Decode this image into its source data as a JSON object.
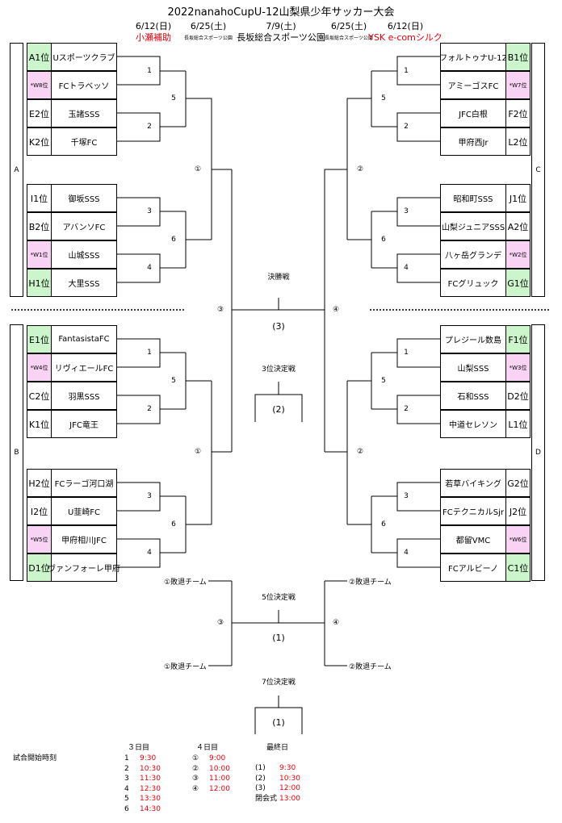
{
  "title": "2022nanahoCupU-12山梨県少年サッカー大会",
  "dates": {
    "left_outer": "6/12(日)",
    "left_outer_venue": "小瀬補助",
    "left_inner": "6/25(土)",
    "left_inner_venue": "長坂総合スポーツ公園",
    "center": "7/9(土)",
    "center_venue": "長坂総合スポーツ公園",
    "right_inner": "6/25(土)",
    "right_inner_venue": "長坂総合スポーツ公園",
    "right_outer": "6/12(日)",
    "right_outer_venue": "YSK e-comシルク"
  },
  "groups": {
    "A": "A",
    "B": "B",
    "C": "C",
    "D": "D"
  },
  "left_top": [
    {
      "seed": "A1位",
      "team": "Uスポーツクラブ",
      "style": "green"
    },
    {
      "seed": "*W8位",
      "team": "FCトラベッソ",
      "style": "pink"
    },
    {
      "seed": "E2位",
      "team": "玉諸SSS",
      "style": "plain"
    },
    {
      "seed": "K2位",
      "team": "千塚FC",
      "style": "plain"
    },
    {
      "seed": "I1位",
      "team": "御坂SSS",
      "style": "plain"
    },
    {
      "seed": "B2位",
      "team": "アバンソFC",
      "style": "plain"
    },
    {
      "seed": "*W1位",
      "team": "山城SSS",
      "style": "pink"
    },
    {
      "seed": "H1位",
      "team": "大里SSS",
      "style": "green"
    }
  ],
  "left_bottom": [
    {
      "seed": "E1位",
      "team": "FantasistaFC",
      "style": "green"
    },
    {
      "seed": "*W4位",
      "team": "リヴィエールFC",
      "style": "pink"
    },
    {
      "seed": "C2位",
      "team": "羽黒SSS",
      "style": "plain"
    },
    {
      "seed": "K1位",
      "team": "JFC竜王",
      "style": "plain"
    },
    {
      "seed": "H2位",
      "team": "FCラーゴ河口湖",
      "style": "plain"
    },
    {
      "seed": "I2位",
      "team": "U韮崎FC",
      "style": "plain"
    },
    {
      "seed": "*W5位",
      "team": "甲府相川JFC",
      "style": "pink"
    },
    {
      "seed": "D1位",
      "team": "ヴァンフォーレ甲府",
      "style": "green"
    }
  ],
  "right_top": [
    {
      "seed": "B1位",
      "team": "フォルトゥナU-12",
      "style": "green"
    },
    {
      "seed": "*W7位",
      "team": "アミーゴスFC",
      "style": "pink"
    },
    {
      "seed": "F2位",
      "team": "JFC白根",
      "style": "plain"
    },
    {
      "seed": "L2位",
      "team": "甲府西Jr",
      "style": "plain"
    },
    {
      "seed": "J1位",
      "team": "昭和町SSS",
      "style": "plain"
    },
    {
      "seed": "A2位",
      "team": "山梨ジュニアSSS",
      "style": "plain"
    },
    {
      "seed": "*W2位",
      "team": "八ヶ岳グランデ",
      "style": "pink"
    },
    {
      "seed": "G1位",
      "team": "FCグリュック",
      "style": "green"
    }
  ],
  "right_bottom": [
    {
      "seed": "F1位",
      "team": "プレジール数島",
      "style": "green"
    },
    {
      "seed": "*W3位",
      "team": "山梨SSS",
      "style": "pink"
    },
    {
      "seed": "D2位",
      "team": "石和SSS",
      "style": "plain"
    },
    {
      "seed": "L1位",
      "team": "中道セレソン",
      "style": "plain"
    },
    {
      "seed": "G2位",
      "team": "若草バイキング",
      "style": "plain"
    },
    {
      "seed": "J2位",
      "team": "FCテクニカルSjr",
      "style": "plain"
    },
    {
      "seed": "*W6位",
      "team": "都留VMC",
      "style": "pink"
    },
    {
      "seed": "C1位",
      "team": "FCアルビーノ",
      "style": "green"
    }
  ],
  "match_nums": {
    "m1": "1",
    "m2": "2",
    "m3": "3",
    "m4": "4",
    "m5": "5",
    "m6": "6",
    "c1": "①",
    "c2": "②",
    "c3": "③",
    "c4": "④"
  },
  "final": {
    "label": "決勝戦",
    "num": "(3)"
  },
  "third": {
    "label": "3位決定戦",
    "num": "(2)"
  },
  "fifth": {
    "label": "5位決定戦",
    "num": "(1)",
    "loser1": "①敗退チーム",
    "loser2": "②敗退チーム"
  },
  "seventh": {
    "label": "7位決定戦",
    "num": "(1)"
  },
  "schedule": {
    "label": "試合開始時刻",
    "day3_title": "３日目",
    "day3": [
      {
        "n": "1",
        "t": "9:30"
      },
      {
        "n": "2",
        "t": "10:30"
      },
      {
        "n": "3",
        "t": "11:30"
      },
      {
        "n": "4",
        "t": "12:30"
      },
      {
        "n": "5",
        "t": "13:30"
      },
      {
        "n": "6",
        "t": "14:30"
      }
    ],
    "day4_title": "４日目",
    "day4": [
      {
        "n": "①",
        "t": "9:00"
      },
      {
        "n": "②",
        "t": "10:00"
      },
      {
        "n": "③",
        "t": "11:00"
      },
      {
        "n": "④",
        "t": "12:00"
      }
    ],
    "final_title": "最終日",
    "final": [
      {
        "n": "(1)",
        "t": "9:30"
      },
      {
        "n": "(2)",
        "t": "10:30"
      },
      {
        "n": "(3)",
        "t": "12:00"
      },
      {
        "n": "閉会式",
        "t": "13:00"
      }
    ]
  }
}
